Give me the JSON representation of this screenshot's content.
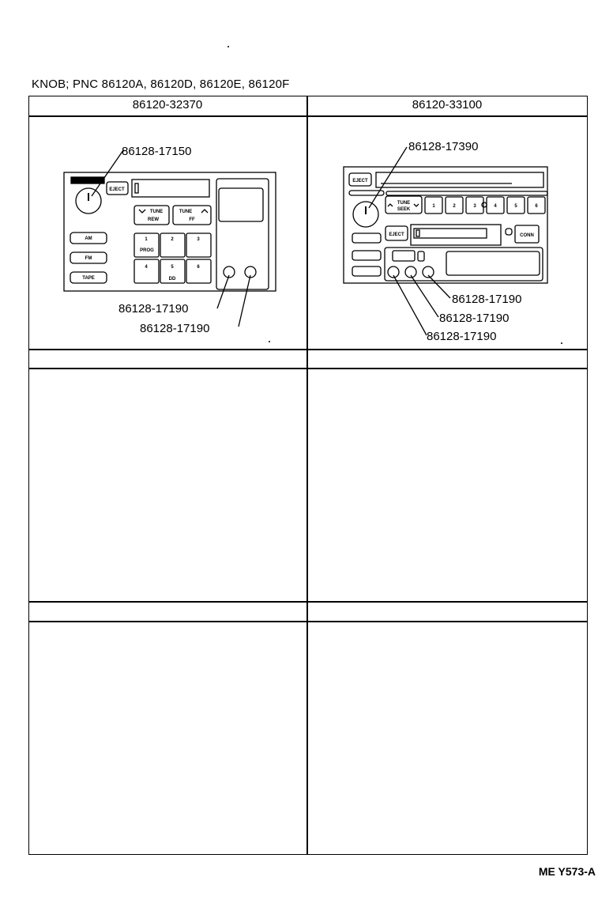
{
  "title": "KNOB; PNC  86120A, 86120D, 86120E, 86120F",
  "columns": [
    {
      "part_number": "86120-32370",
      "callouts": [
        "86128-17150",
        "86128-17190",
        "86128-17190"
      ],
      "buttons": {
        "eject": "EJECT",
        "am": "AM",
        "fm": "FM",
        "tape": "TAPE",
        "tune_left": "TUNE",
        "tune_left_sub": "REW",
        "tune_right": "TUNE",
        "tune_right_sub": "FF",
        "presets": [
          "1",
          "2",
          "3",
          "4",
          "5",
          "6"
        ],
        "prog": "PROG",
        "dd": "DD"
      }
    },
    {
      "part_number": "86120-33100",
      "callouts": [
        "86128-17390",
        "86128-17190",
        "86128-17190",
        "86128-17190"
      ],
      "buttons": {
        "eject_top": "EJECT",
        "eject_mid": "EJECT",
        "tune": "TUNE",
        "seek": "SEEK",
        "presets": [
          "1",
          "2",
          "3",
          "4",
          "5",
          "6"
        ],
        "conn": "CONN"
      }
    }
  ],
  "footer": "ME  Y573-A"
}
